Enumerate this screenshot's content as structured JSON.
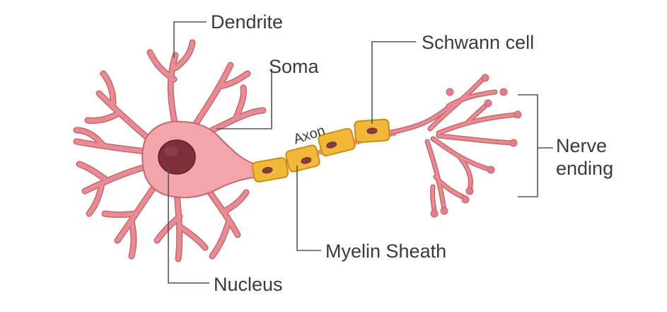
{
  "labels": {
    "dendrite": "Dendrite",
    "soma": "Soma",
    "axon": "Axon",
    "schwann_cell": "Schwann cell",
    "nerve_ending_line1": "Nerve",
    "nerve_ending_line2": "ending",
    "myelin_sheath": "Myelin Sheath",
    "nucleus": "Nucleus"
  },
  "colors": {
    "cell_body": "#f2a6ab",
    "cell_outline": "#c9646e",
    "nucleus": "#7e2f3a",
    "myelin": "#f2b83a",
    "label_text": "#3a3a3a",
    "leader_line": "#555555"
  }
}
